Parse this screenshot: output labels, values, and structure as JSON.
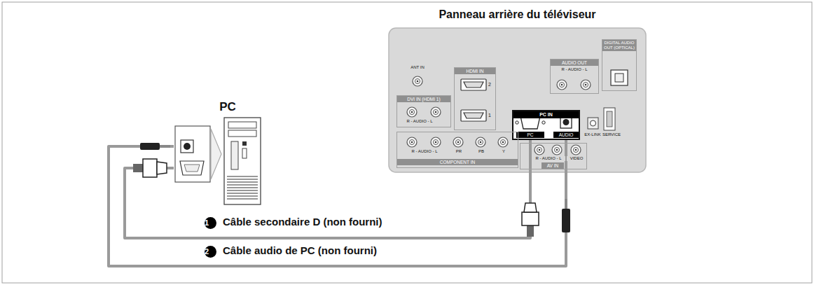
{
  "diagram": {
    "nodes": [
      {
        "text": [
          "PC"
        ]
      },
      {
        "text": [
          "Panneau arrière du téléviseur"
        ]
      },
      {
        "text": [
          "HDMI IN",
          "2",
          "1"
        ],
        "in": 1
      },
      {
        "text": [
          "AUDIO OUT",
          "R - AUDIO - L"
        ],
        "in": 1
      },
      {
        "text": [
          "DIGITAL AUDIO OUT (OPTICAL)"
        ],
        "in": 1
      },
      {
        "text": [
          "DVI IN (HDMI 1)",
          "R - AUDIO - L"
        ],
        "in": 1
      },
      {
        "text": [
          "PC IN",
          "PC",
          "AUDIO"
        ],
        "in": 1
      },
      {
        "text": [
          "R - AUDIO - L",
          "PR",
          "PB",
          "Y",
          "COMPONENT IN"
        ],
        "in": 1
      },
      {
        "text": [
          "R - AUDIO - L",
          "VIDEO",
          "AV IN"
        ],
        "in": 1
      }
    ],
    "edges": [
      {
        "from": 0,
        "to": 6,
        "arrow": "none",
        "label": "Câble secondaire D (non fourni)"
      },
      {
        "from": 0,
        "to": 6,
        "arrow": "none",
        "label": "Câble audio de PC (non fourni)"
      }
    ],
    "labels": [
      "ANT IN",
      "EX-LINK",
      "SERVICE",
      "1",
      "2"
    ]
  }
}
